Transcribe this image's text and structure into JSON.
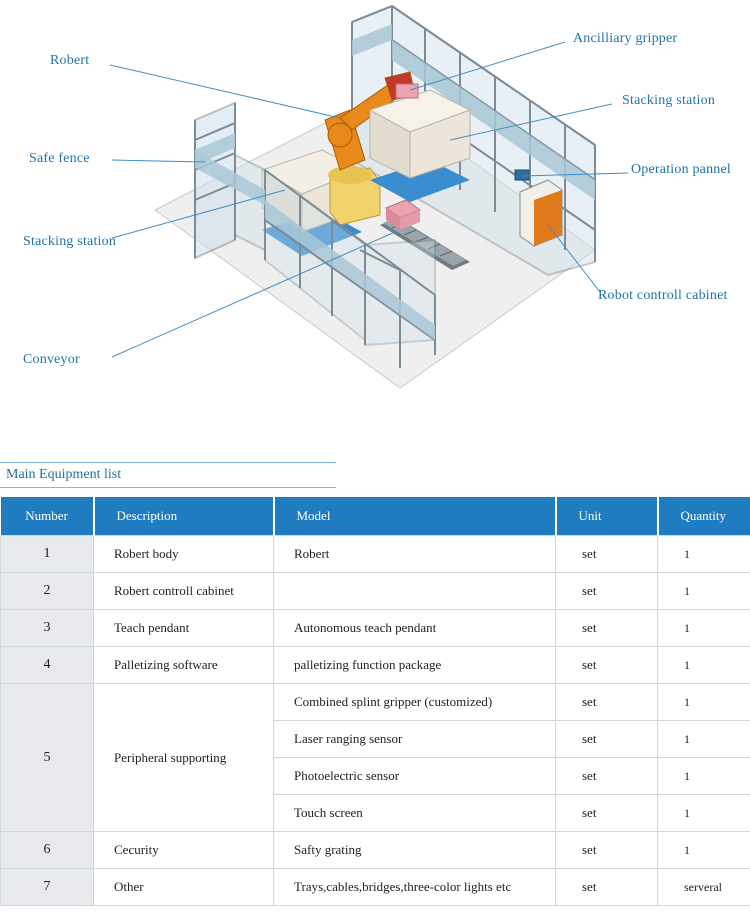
{
  "diagram": {
    "callouts": {
      "robert": "Robert",
      "safe_fence": "Safe fence",
      "stacking_station_left": "Stacking station",
      "conveyor": "Conveyor",
      "ancilliary_gripper": "Ancilliary gripper",
      "stacking_station_right": "Stacking station",
      "operation_pannel": "Operation pannel",
      "robot_controll_cabinet": "Robot controll cabinet"
    },
    "colors": {
      "callout": "#1f73a8",
      "fence": "#9cb9c9",
      "robot": "#e8891a",
      "pallet": "#2f80c0",
      "cabinet": "#e07a1a"
    }
  },
  "equipment_list": {
    "title": "Main Equipment list",
    "headers": {
      "number": "Number",
      "description": "Description",
      "model": "Model",
      "unit": "Unit",
      "quantity": "Quantity"
    },
    "rows": [
      {
        "number": "1",
        "description": "Robert body",
        "model": "Robert",
        "unit": "set",
        "quantity": "1"
      },
      {
        "number": "2",
        "description": "Robert controll cabinet",
        "model": "",
        "unit": "set",
        "quantity": "1"
      },
      {
        "number": "3",
        "description": "Teach pendant",
        "model": "Autonomous teach pendant",
        "unit": "set",
        "quantity": "1"
      },
      {
        "number": "4",
        "description": "Palletizing software",
        "model": "palletizing function package",
        "unit": "set",
        "quantity": "1"
      },
      {
        "number": "5",
        "description": "Peripheral supporting",
        "model": "Combined splint gripper (customized)",
        "unit": "set",
        "quantity": "1"
      },
      {
        "model": "Laser ranging sensor",
        "unit": "set",
        "quantity": "1"
      },
      {
        "model": "Photoelectric sensor",
        "unit": "set",
        "quantity": "1"
      },
      {
        "model": "Touch screen",
        "unit": "set",
        "quantity": "1"
      },
      {
        "number": "6",
        "description": "Cecurity",
        "model": "Safty grating",
        "unit": "set",
        "quantity": "1"
      },
      {
        "number": "7",
        "description": "Other",
        "model": "Trays,cables,bridges,three-color lights etc",
        "unit": "set",
        "quantity": "serveral"
      }
    ],
    "colors": {
      "header_bg": "#1f7cc0",
      "number_cell_bg": "#e8e9ec",
      "title": "#1f6fa3"
    }
  }
}
